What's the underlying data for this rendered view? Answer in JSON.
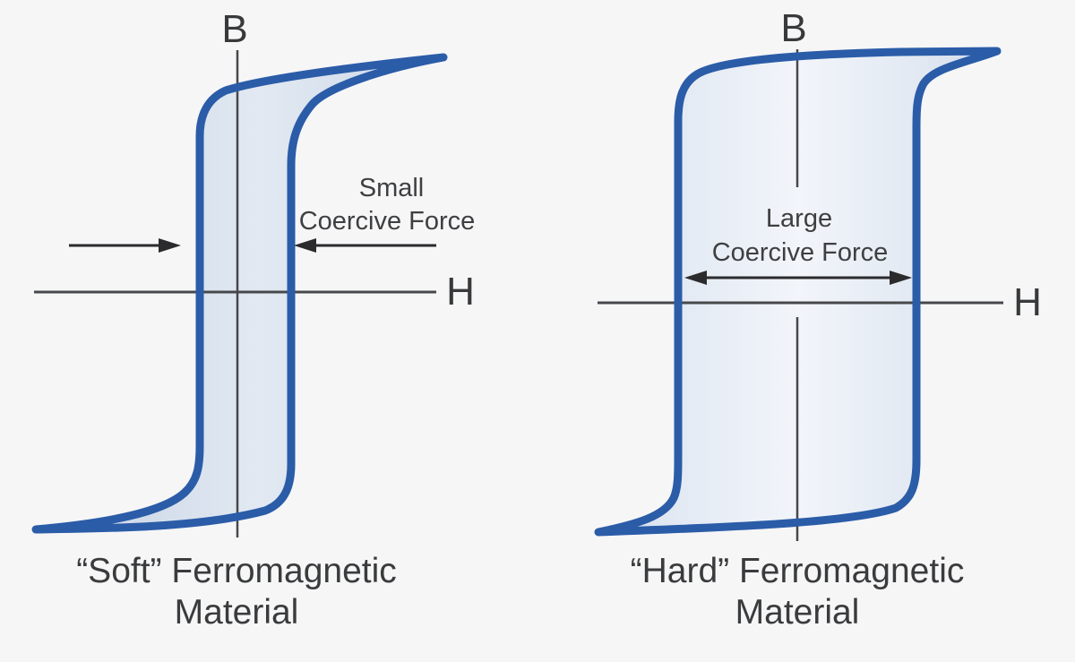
{
  "figure": {
    "description_colors": {
      "background": "#f6f6f7",
      "loop_stroke": "#2b5ca8",
      "axis": "#47484b",
      "text": "#3a3b3d",
      "fill_edge": "#c7d4e5",
      "fill_center": "#f0f4f9"
    },
    "left_diagram": {
      "b_axis_label": "B",
      "h_axis_label": "H",
      "annotation_line1": "Small",
      "annotation_line2": "Coercive Force",
      "caption_line1": "“Soft” Ferromagnetic",
      "caption_line2": "Material"
    },
    "right_diagram": {
      "b_axis_label": "B",
      "h_axis_label": "H",
      "annotation_line1": "Large",
      "annotation_line2": "Coercive Force",
      "caption_line1": "“Hard” Ferromagnetic",
      "caption_line2": "Material"
    }
  }
}
